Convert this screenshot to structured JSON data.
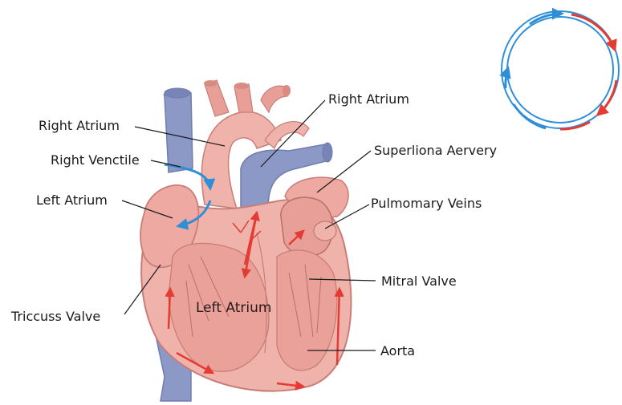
{
  "labels": {
    "right_atrium_left": "Right Atrium",
    "right_venctile": "Right Venctile",
    "left_atrium_left": "Left Atrium",
    "triccuss_valve": "Triccuss Valve",
    "right_atrium_top": "Right Atrium",
    "superliona_aervery": "Superliona Aervery",
    "pulmomary_veins": "Pulmomary Veins",
    "mitral_valve": "Mitral Valve",
    "aorta": "Aorta",
    "left_atrium_center": "Left Atrium"
  },
  "colors": {
    "heart_fill": "#f0b3ab",
    "heart_dark": "#d98a82",
    "heart_outline": "#c97d77",
    "vessel_blue": "#8c98c6",
    "vessel_blue_dark": "#6f7cae",
    "flow_red": "#e43b33",
    "flow_blue": "#2f8fd6"
  }
}
